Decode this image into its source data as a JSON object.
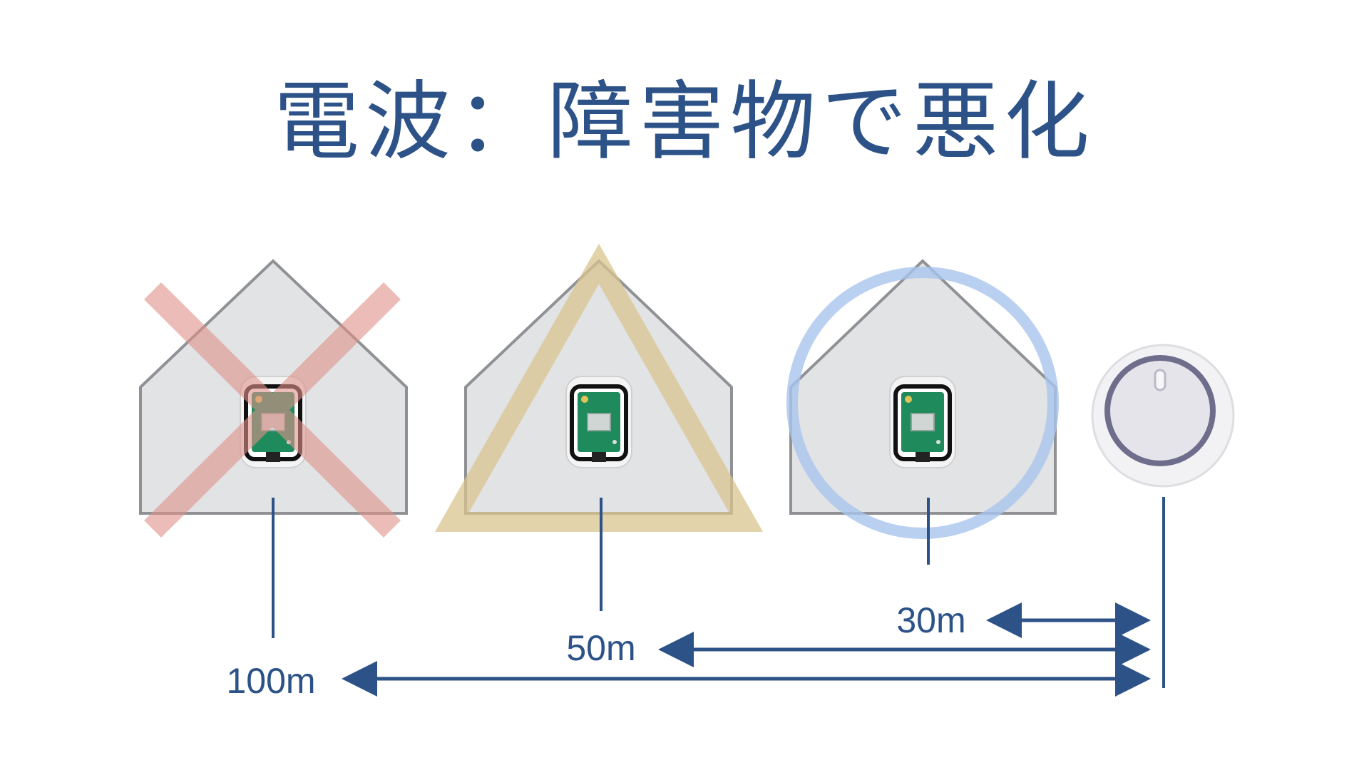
{
  "title": "電波：障害物で悪化",
  "distances": [
    {
      "label": "30m",
      "marker": "circle",
      "marker_color": "#a9c4ee"
    },
    {
      "label": "50m",
      "marker": "triangle",
      "marker_color": "#d8c48f"
    },
    {
      "label": "100m",
      "marker": "cross",
      "marker_color": "#e0928a"
    }
  ],
  "colors": {
    "text": "#2c5288",
    "house_fill": "#e2e3e5",
    "house_stroke": "#8f9195",
    "board": "#1f8a5c"
  }
}
